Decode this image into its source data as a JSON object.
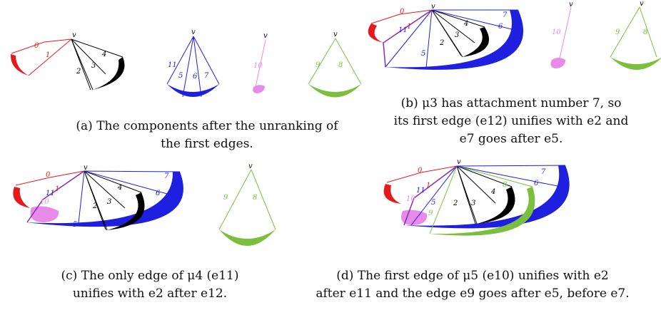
{
  "colors": {
    "red": "#e41a1c",
    "black": "#000000",
    "blue": "#1f1fe0",
    "pink": "#e78ae8",
    "green": "#7cbf3f"
  },
  "vertex_label": "v",
  "edge_labels": {
    "e0": "0",
    "e1": "1",
    "e2": "2",
    "e3": "3",
    "e4": "4",
    "e5": "5",
    "e6": "6",
    "e7": "7",
    "e8": "8",
    "e9": "9",
    "e10": "10",
    "e11": "11"
  },
  "captions": {
    "a": [
      "(a) The components after the unranking of",
      "the first edges."
    ],
    "b": [
      "(b) μ3 has attachment number 7, so",
      "its first edge (e12) unifies with e2 and",
      "e7 goes after e5."
    ],
    "c": [
      "(c) The only edge of μ4 (e11)",
      "unifies with e2 after e12."
    ],
    "d": [
      "(d) The first edge of μ5 (e10) unifies with e2",
      "after e11 and the edge e9 goes after e5, before e7."
    ]
  }
}
